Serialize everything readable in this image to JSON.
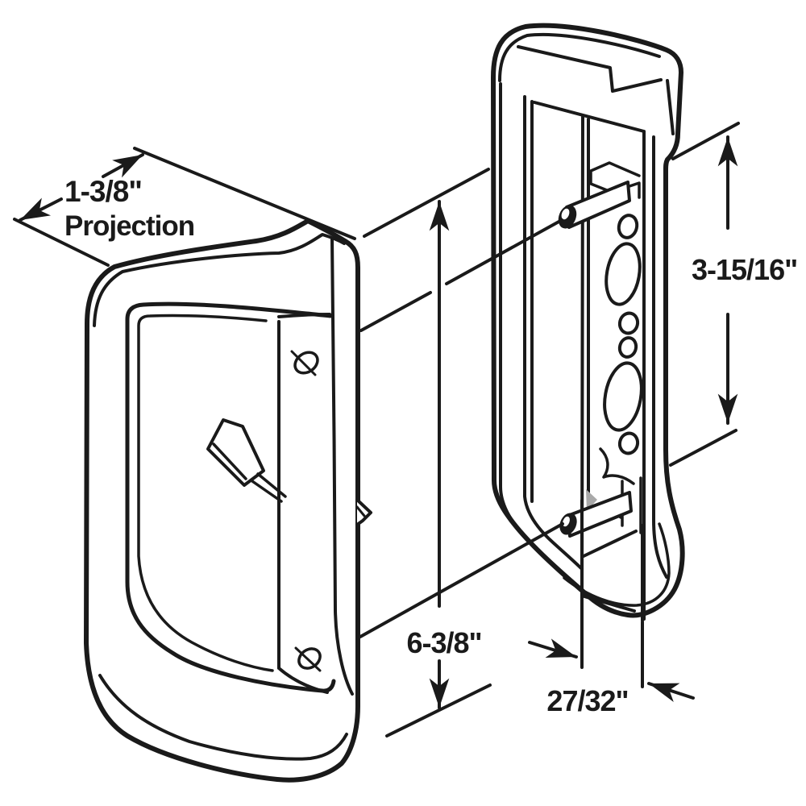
{
  "labels": {
    "projection_value": "1-3/8\"",
    "projection_caption": "Projection",
    "pin_spacing": "3-15/16\"",
    "handle_height": "6-3/8\"",
    "base_depth": "27/32\""
  },
  "colors": {
    "line": "#1a1a1a",
    "background": "#ffffff",
    "shade": "#a9a9a9"
  }
}
